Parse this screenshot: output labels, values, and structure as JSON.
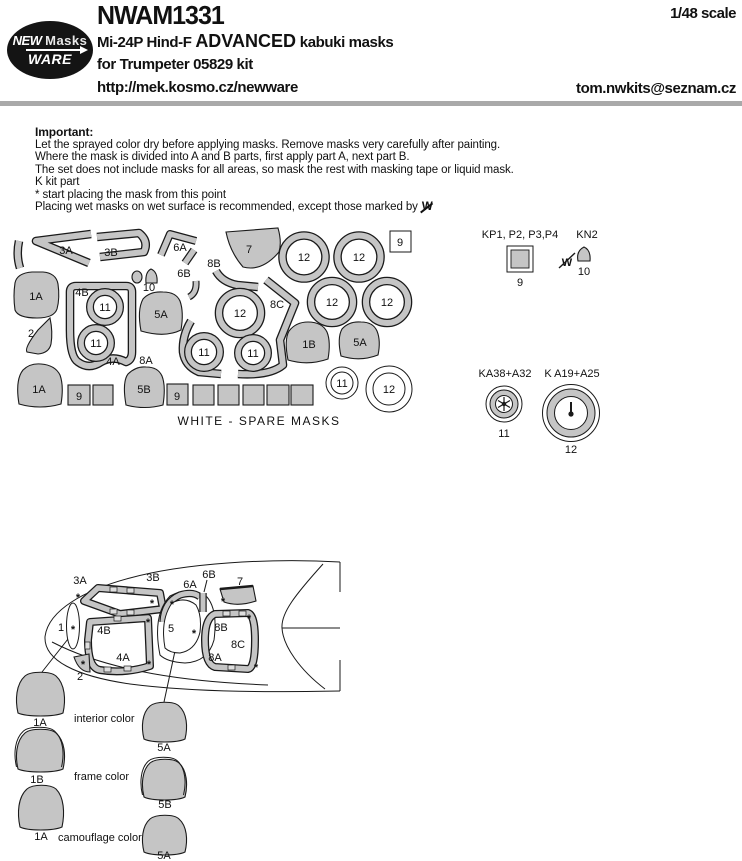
{
  "header": {
    "logo": {
      "word1": "NEW",
      "word2": "Masks",
      "word3": "WARE",
      "arrow_icon": "arrow-right"
    },
    "product_code": "NWAM1331",
    "scale": "1/48 scale",
    "title_prefix": "Mi-24P Hind-F",
    "title_advanced": "ADVANCED",
    "title_suffix": "kabuki masks",
    "kit_line": "for Trumpeter 05829 kit",
    "website": "http://mek.kosmo.cz/newware",
    "email": "tom.nwkits@seznam.cz"
  },
  "instructions": {
    "heading": "Important:",
    "lines": [
      "Let the sprayed color dry before applying masks. Remove masks very carefully after painting.",
      "Where the mask is divided into A and B parts, first apply part A, next part B.",
      "The set does not include masks for all areas, so mask the rest with masking tape or liquid mask.",
      "K kit part",
      "* start placing the mask from this point",
      "Placing wet masks on wet surface is recommended, except those marked by"
    ],
    "no_wet_symbol": "W"
  },
  "labels": {
    "p1": "1",
    "p2": "2",
    "p5": "5",
    "p1A": "1A",
    "p1B": "1B",
    "p3A": "3A",
    "p3B": "3B",
    "p4A": "4A",
    "p4B": "4B",
    "p5A": "5A",
    "p5B": "5B",
    "p6A": "6A",
    "p6B": "6B",
    "p7": "7",
    "p8A": "8A",
    "p8B": "8B",
    "p8C": "8C",
    "p9": "9",
    "p10": "10",
    "p11": "11",
    "p12": "12",
    "star": "*"
  },
  "sheet": {
    "spare_note": "WHITE - SPARE MASKS"
  },
  "legend": {
    "kp_parts": "KP1, P2, P3,P4",
    "kn_part": "KN2",
    "no_wet_symbol": "W",
    "ka38_parts": "KA38+A32",
    "ka19_parts": "K A19+A25"
  },
  "placement": {
    "interior_color": "interior color",
    "frame_color": "frame color",
    "camouflage_color": "camouflage color"
  },
  "colors": {
    "mask_fill": "#c5c5c5",
    "line": "#1a1a1a",
    "divider_bar": "#a9a9a9"
  }
}
